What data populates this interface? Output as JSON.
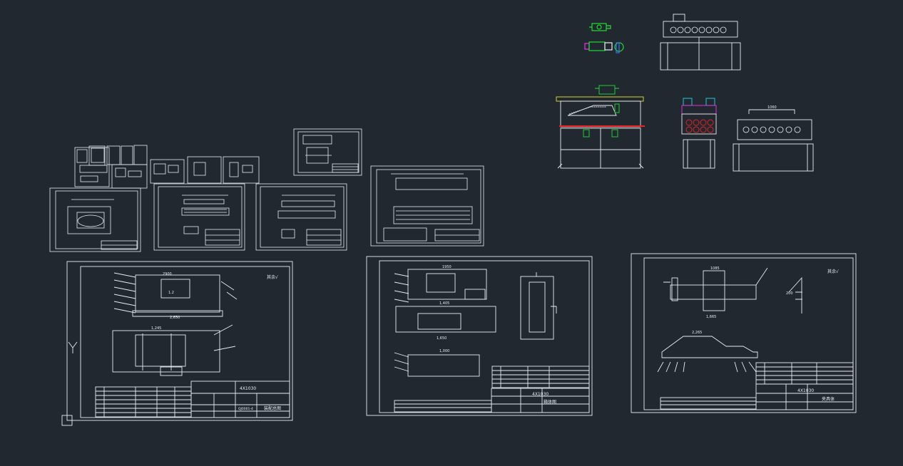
{
  "viewport": {
    "background": "#212830"
  },
  "colors": {
    "line": "#e8ecef",
    "dim_line": "#c8d0d6",
    "green": "#22dd33",
    "magenta": "#ee33ee",
    "cyan": "#22d4e4",
    "red": "#ee2222",
    "yellow": "#e8e033",
    "blue": "#3377ee"
  },
  "sheets": {
    "sheet_left_large": {
      "title_block_lines": [
        "4X1030",
        "QJ0001-4",
        "装配总图"
      ],
      "roughness_note": "其余√",
      "dims": [
        "2900",
        "1.2",
        "2,650",
        "1,245"
      ]
    },
    "sheet_middle_large": {
      "title_block_lines": [
        "4X1030",
        "箱体图"
      ],
      "dims": [
        "1950",
        "1,405",
        "1,650",
        "1,000"
      ]
    },
    "sheet_right_large": {
      "title_block_lines": [
        "4X1030",
        "夹具体"
      ],
      "roughness_note": "其余√",
      "dims": [
        "1085",
        "1,665",
        "2,265",
        "200"
      ]
    },
    "sheet_assembly_top": {
      "dims": [
        "1060"
      ]
    }
  }
}
